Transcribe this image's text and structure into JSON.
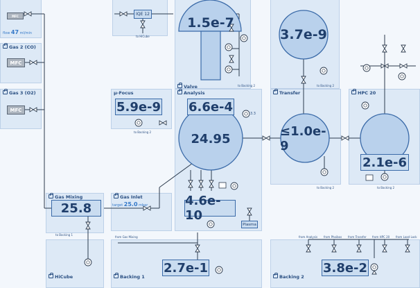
{
  "panels": {
    "gas1": {
      "title": "Gas 1 (N2)"
    },
    "gas2": {
      "title": "Gas 2 (CO)"
    },
    "gas3": {
      "title": "Gas 3 (O2)"
    },
    "iqe": {
      "title": "IQE 10"
    },
    "valve": {
      "title": "Valve"
    },
    "load_lock": {
      "title": "Load Lock"
    },
    "mu_focus": {
      "title": "μ-Focus"
    },
    "analysis": {
      "title": "Analysis"
    },
    "transfer": {
      "title": "Transfer"
    },
    "hpc20": {
      "title": "HPC 20"
    },
    "gas_mixing": {
      "title": "Gas Mixing"
    },
    "gas_inlet": {
      "title": "Gas Inlet"
    },
    "hicube": {
      "title": "HiCube"
    },
    "backing1": {
      "title": "Backing 1"
    },
    "backing2": {
      "title": "Backing 2"
    }
  },
  "readings": {
    "valve_chamber": "1.5e-7",
    "load_lock": "3.7e-9",
    "mu_focus": "5.9e-9",
    "analysis_top": "6.6e-4",
    "analysis_main": "24.95",
    "transfer": "≤1.0e-9",
    "hpc20": "2.1e-6",
    "gas_mixing": "25.8",
    "gas_inlet": "4.6e-10",
    "backing1": "2.7e-1",
    "backing2": "3.8e-2"
  },
  "mfc_label": "MFC",
  "gas1_mfc_label": "MFC",
  "gas1_flow": {
    "prefix": "flow",
    "value": "47",
    "unit": "ml/min"
  },
  "gas_inlet_flow": {
    "prefix": "target",
    "value": "25.0",
    "unit": "mbar"
  },
  "iqe_button": "IQE 12",
  "plasma_button": "Plasma",
  "analysis_small_value": "3.3",
  "labels": {
    "to_hicube": "to HiCube",
    "to_backing_2_valve": "to Backing 2",
    "to_backing_2_loadlock": "to Backing 2",
    "to_backing_2_mufocus": "to Backing 2",
    "to_backing_2_transfer": "to Backing 2",
    "to_backing_2_hpc": "to Backing 2",
    "to_backing_1": "to Backing 1",
    "from_gas_mixing": "from Gas Mixing",
    "from_analysis": "from Analysis",
    "from_phoibos": "from Phoibos",
    "from_transfer": "from Transfer",
    "from_hpc20": "from HPC 20",
    "from_load_lock": "from Load Lock"
  },
  "colors": {
    "panel_bg": "#dde9f6",
    "chamber_fill": "#b9d1ec",
    "accent": "#3a6aa8",
    "text": "#1f3e6b"
  }
}
